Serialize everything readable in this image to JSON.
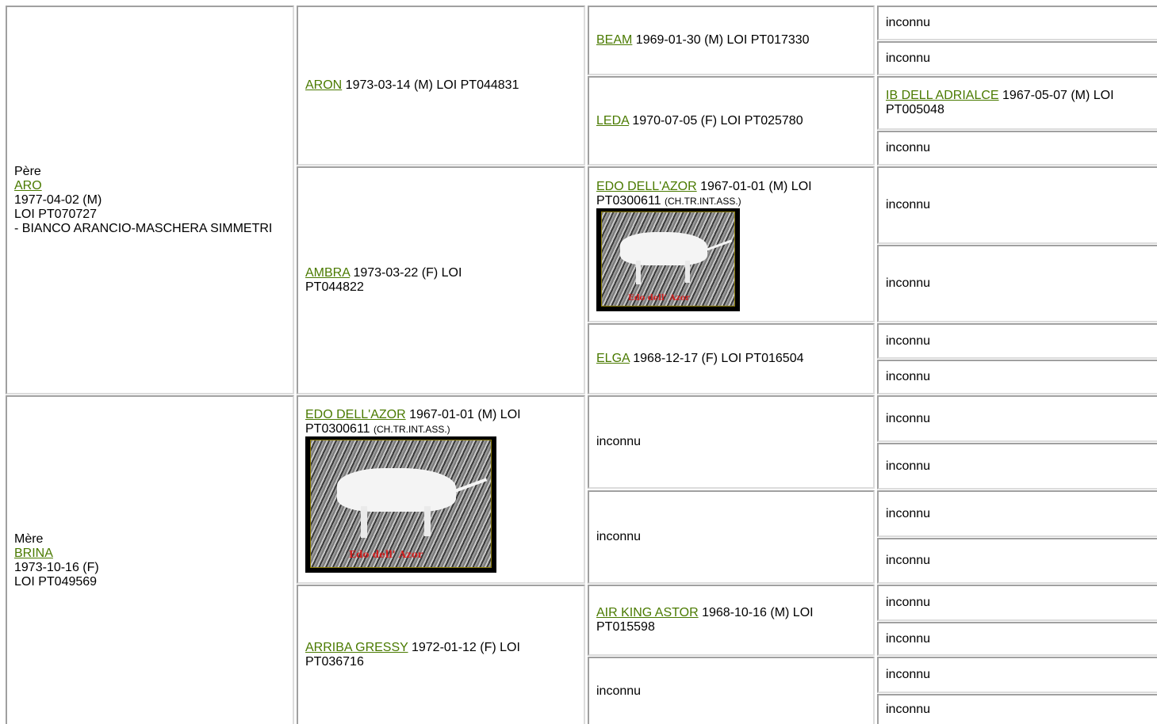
{
  "unknown": "inconnu",
  "sire": {
    "role": "Père",
    "name": "ARO",
    "dob": "1977-04-02 (M)",
    "reg": "LOI PT070727",
    "color": "- BIANCO ARANCIO-MASCHERA SIMMETRI"
  },
  "dam": {
    "role": "Mère",
    "name": "BRINA",
    "dob": "1973-10-16 (F)",
    "reg": "LOI PT049569"
  },
  "gen2": {
    "aron": {
      "name": "ARON",
      "info": " 1973-03-14 (M) LOI PT044831"
    },
    "ambra": {
      "name": "AMBRA",
      "info": " 1973-03-22 (F) LOI PT044822"
    },
    "edo": {
      "name": "EDO DELL'AZOR",
      "info": " 1967-01-01 (M) LOI PT0300611 ",
      "title": "(CH.TR.INT.ASS.)"
    },
    "arriba": {
      "name": "ARRIBA GRESSY",
      "info": " 1972-01-12 (F) LOI PT036716"
    }
  },
  "gen3": {
    "beam": {
      "name": "BEAM",
      "info": " 1969-01-30 (M) LOI PT017330"
    },
    "leda": {
      "name": "LEDA",
      "info": " 1970-07-05 (F) LOI PT025780"
    },
    "edo": {
      "name": "EDO DELL'AZOR",
      "info": " 1967-01-01 (M) LOI PT0300611 ",
      "title": "(CH.TR.INT.ASS.)"
    },
    "elga": {
      "name": "ELGA",
      "info": " 1968-12-17 (F) LOI PT016504"
    },
    "airking": {
      "name": "AIR KING ASTOR",
      "info": " 1968-10-16 (M) LOI PT015598"
    }
  },
  "gen4": {
    "ib": {
      "name": "IB DELL ADRIALCE",
      "info": " 1967-05-07 (M) LOI PT005048"
    }
  },
  "photo_caption": "Edo dell' Azor",
  "colors": {
    "link": "#4a7a00",
    "border_dark": "#a0a0a0",
    "border_light": "#dcdcdc"
  }
}
